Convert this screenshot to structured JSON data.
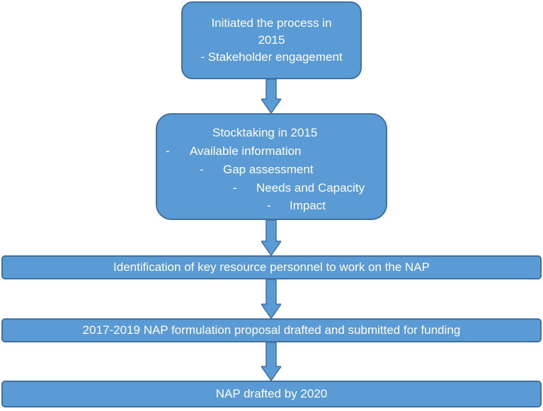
{
  "step1": {
    "line1": "Initiated the process in",
    "line2": "2015",
    "line3": "- Stakeholder engagement"
  },
  "step2": {
    "title": "Stocktaking in 2015",
    "bullets": [
      "Available information",
      "Gap assessment",
      "Needs and Capacity",
      "Impact"
    ],
    "bullet_marker": "-"
  },
  "step3": {
    "label": "Identification of key resource personnel to work on the NAP"
  },
  "step4": {
    "label": "2017-2019 NAP formulation proposal drafted and submitted for funding"
  },
  "step5": {
    "label": "NAP drafted by 2020"
  },
  "colors": {
    "box_fill": "#5b9bd5",
    "box_border": "#41719c",
    "text": "#ffffff"
  }
}
